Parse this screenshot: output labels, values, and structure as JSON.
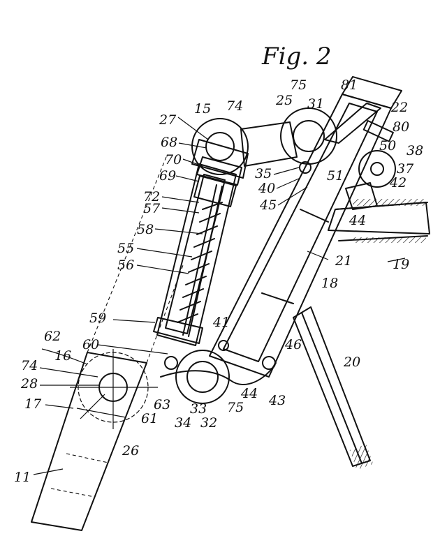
{
  "figure": {
    "title": "Fig. 2",
    "labels": {
      "l75a": "75",
      "l81": "81",
      "l22": "22",
      "l15": "15",
      "l74a": "74",
      "l25": "25",
      "l31": "31",
      "l27": "27",
      "l80": "80",
      "l68": "68",
      "l50": "50",
      "l38": "38",
      "l70": "70",
      "l35": "35",
      "l37": "37",
      "l69": "69",
      "l40": "40",
      "l51": "51",
      "l42": "42",
      "l72": "72",
      "l45": "45",
      "l57": "57",
      "l44a": "44",
      "l58": "58",
      "l19": "19",
      "l55": "55",
      "l56": "56",
      "l21": "21",
      "l18": "18",
      "l59": "59",
      "l41": "41",
      "l62": "62",
      "l60": "60",
      "l46": "46",
      "l20": "20",
      "l16": "16",
      "l74b": "74",
      "l28": "28",
      "l63": "63",
      "l44b": "44",
      "l43": "43",
      "l17": "17",
      "l33": "33",
      "l61": "61",
      "l34": "34",
      "l32": "32",
      "l75b": "75",
      "l26": "26",
      "l11": "11"
    }
  }
}
